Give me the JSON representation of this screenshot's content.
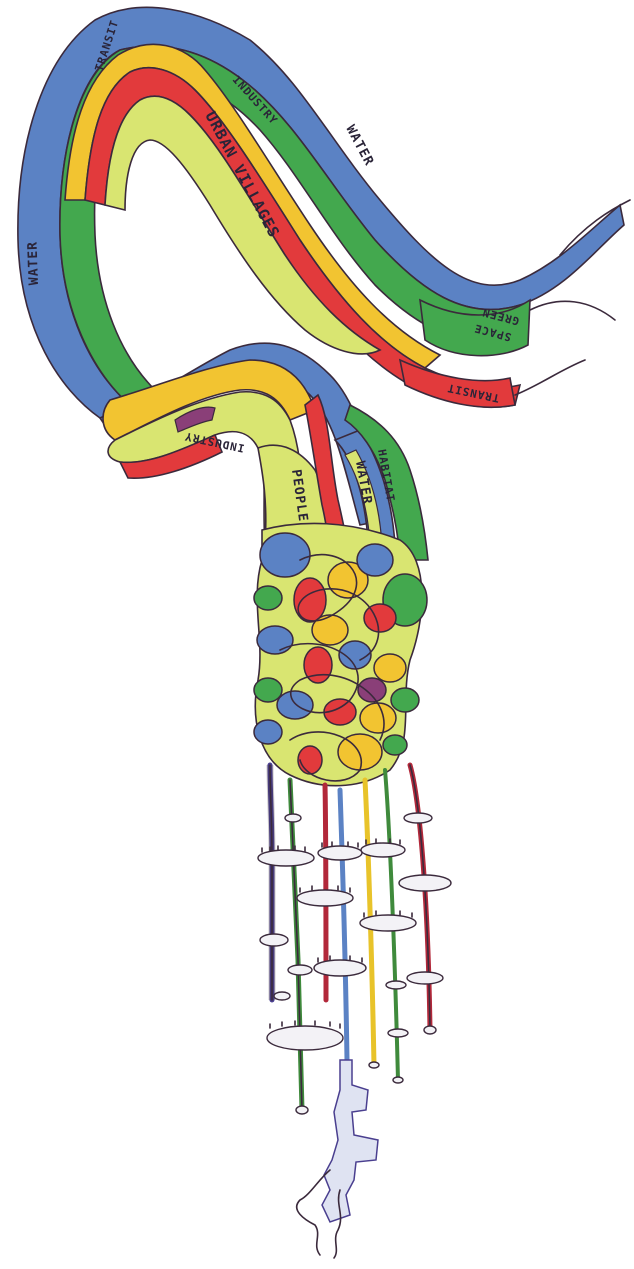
{
  "colors": {
    "water": "#5b82c4",
    "transit": "#e23a3c",
    "industry": "#f2c431",
    "urban_villages": "#d9e571",
    "green_space": "#43a84e",
    "ink": "#3b2a3c",
    "strand_purple": "#4a3f8f",
    "strand_green": "#3f8a3c",
    "strand_red": "#b2283a",
    "strand_yellow": "#e8c32a"
  },
  "labels": {
    "water_left": "WATER",
    "transit_top": "TRANSIT",
    "industry_top": "INDUSTRY",
    "urban_villages": "URBAN VILLAGES",
    "water_right": "WATER",
    "green_space_line1": "GREEN",
    "green_space_line2": "SPACE",
    "transit_right": "TRANSIT",
    "industry_lower": "INDUSTRY",
    "people": "PEOPLE",
    "water_lower": "WATER",
    "habitat": "HABITAT"
  }
}
